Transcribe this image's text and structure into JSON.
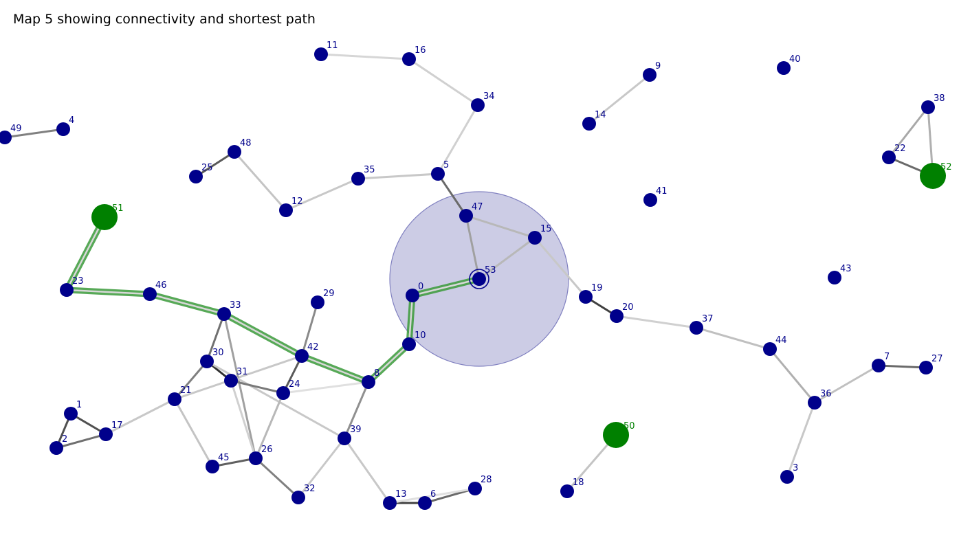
{
  "title": "Map 5 showing connectivity and shortest path",
  "colors": {
    "node": "#00008b",
    "node_label": "#00008b",
    "special_node": "#008000",
    "special_label": "#008000",
    "path": "#3a9a3a",
    "path_core": "#d8d8d8",
    "highlight_fill": "#9999cc",
    "highlight_stroke": "#8080c0"
  },
  "nodes": [
    {
      "id": "0",
      "kind": "normal"
    },
    {
      "id": "1",
      "kind": "normal"
    },
    {
      "id": "2",
      "kind": "normal"
    },
    {
      "id": "3",
      "kind": "normal"
    },
    {
      "id": "4",
      "kind": "normal"
    },
    {
      "id": "5",
      "kind": "normal"
    },
    {
      "id": "6",
      "kind": "normal"
    },
    {
      "id": "7",
      "kind": "normal"
    },
    {
      "id": "8",
      "kind": "normal"
    },
    {
      "id": "9",
      "kind": "normal"
    },
    {
      "id": "10",
      "kind": "normal"
    },
    {
      "id": "11",
      "kind": "normal"
    },
    {
      "id": "12",
      "kind": "normal"
    },
    {
      "id": "13",
      "kind": "normal"
    },
    {
      "id": "14",
      "kind": "normal"
    },
    {
      "id": "15",
      "kind": "normal"
    },
    {
      "id": "16",
      "kind": "normal"
    },
    {
      "id": "17",
      "kind": "normal"
    },
    {
      "id": "18",
      "kind": "normal"
    },
    {
      "id": "19",
      "kind": "normal"
    },
    {
      "id": "20",
      "kind": "normal"
    },
    {
      "id": "21",
      "kind": "normal"
    },
    {
      "id": "22",
      "kind": "normal"
    },
    {
      "id": "23",
      "kind": "normal"
    },
    {
      "id": "24",
      "kind": "normal"
    },
    {
      "id": "25",
      "kind": "normal"
    },
    {
      "id": "26",
      "kind": "normal"
    },
    {
      "id": "27",
      "kind": "normal"
    },
    {
      "id": "28",
      "kind": "normal"
    },
    {
      "id": "29",
      "kind": "normal"
    },
    {
      "id": "30",
      "kind": "normal"
    },
    {
      "id": "31",
      "kind": "normal"
    },
    {
      "id": "32",
      "kind": "normal"
    },
    {
      "id": "33",
      "kind": "normal"
    },
    {
      "id": "34",
      "kind": "normal"
    },
    {
      "id": "35",
      "kind": "normal"
    },
    {
      "id": "36",
      "kind": "normal"
    },
    {
      "id": "37",
      "kind": "normal"
    },
    {
      "id": "38",
      "kind": "normal"
    },
    {
      "id": "39",
      "kind": "normal"
    },
    {
      "id": "40",
      "kind": "normal"
    },
    {
      "id": "41",
      "kind": "normal"
    },
    {
      "id": "42",
      "kind": "normal"
    },
    {
      "id": "43",
      "kind": "normal"
    },
    {
      "id": "44",
      "kind": "normal"
    },
    {
      "id": "45",
      "kind": "normal"
    },
    {
      "id": "46",
      "kind": "normal"
    },
    {
      "id": "47",
      "kind": "normal"
    },
    {
      "id": "48",
      "kind": "normal"
    },
    {
      "id": "49",
      "kind": "normal"
    },
    {
      "id": "50",
      "kind": "special"
    },
    {
      "id": "51",
      "kind": "special"
    },
    {
      "id": "52",
      "kind": "special"
    },
    {
      "id": "53",
      "kind": "current"
    }
  ],
  "edges": [
    {
      "a": "11",
      "b": "16",
      "shade": "#d6d6d6"
    },
    {
      "a": "16",
      "b": "34",
      "shade": "#d0d0d0"
    },
    {
      "a": "34",
      "b": "5",
      "shade": "#d0d0d0"
    },
    {
      "a": "5",
      "b": "35",
      "shade": "#c8c8c8"
    },
    {
      "a": "35",
      "b": "12",
      "shade": "#c8c8c8"
    },
    {
      "a": "12",
      "b": "48",
      "shade": "#c4c4c4"
    },
    {
      "a": "48",
      "b": "25",
      "shade": "#5a5a5a"
    },
    {
      "a": "49",
      "b": "4",
      "shade": "#808080"
    },
    {
      "a": "9",
      "b": "14",
      "shade": "#c8c8c8"
    },
    {
      "a": "38",
      "b": "22",
      "shade": "#a8a8a8"
    },
    {
      "a": "38",
      "b": "52",
      "shade": "#b0b0b0"
    },
    {
      "a": "22",
      "b": "52",
      "shade": "#6a6a6a"
    },
    {
      "a": "5",
      "b": "47",
      "shade": "#6a6a6a"
    },
    {
      "a": "47",
      "b": "15",
      "shade": "#b8b8b8"
    },
    {
      "a": "47",
      "b": "53",
      "shade": "#a0a0a0"
    },
    {
      "a": "15",
      "b": "53",
      "shade": "#b8b8b8"
    },
    {
      "a": "15",
      "b": "19",
      "shade": "#c8c8c8"
    },
    {
      "a": "19",
      "b": "20",
      "shade": "#404040"
    },
    {
      "a": "20",
      "b": "37",
      "shade": "#d0d0d0"
    },
    {
      "a": "37",
      "b": "44",
      "shade": "#c0c0c0"
    },
    {
      "a": "44",
      "b": "36",
      "shade": "#b0b0b0"
    },
    {
      "a": "36",
      "b": "7",
      "shade": "#c0c0c0"
    },
    {
      "a": "7",
      "b": "27",
      "shade": "#6a6a6a"
    },
    {
      "a": "36",
      "b": "3",
      "shade": "#c8c8c8"
    },
    {
      "a": "50",
      "b": "18",
      "shade": "#c4c4c4"
    },
    {
      "a": "29",
      "b": "42",
      "shade": "#8a8a8a"
    },
    {
      "a": "42",
      "b": "24",
      "shade": "#5a5a5a"
    },
    {
      "a": "42",
      "b": "21",
      "shade": "#c8c8c8"
    },
    {
      "a": "33",
      "b": "30",
      "shade": "#707070"
    },
    {
      "a": "33",
      "b": "26",
      "shade": "#a0a0a0"
    },
    {
      "a": "30",
      "b": "31",
      "shade": "#303030"
    },
    {
      "a": "30",
      "b": "21",
      "shade": "#808080"
    },
    {
      "a": "30",
      "b": "39",
      "shade": "#c8c8c8"
    },
    {
      "a": "31",
      "b": "24",
      "shade": "#7a7a7a"
    },
    {
      "a": "31",
      "b": "26",
      "shade": "#d0d0d0"
    },
    {
      "a": "24",
      "b": "8",
      "shade": "#e0e0e0"
    },
    {
      "a": "24",
      "b": "26",
      "shade": "#b8b8b8"
    },
    {
      "a": "8",
      "b": "39",
      "shade": "#909090"
    },
    {
      "a": "39",
      "b": "32",
      "shade": "#c8c8c8"
    },
    {
      "a": "39",
      "b": "13",
      "shade": "#c8c8c8"
    },
    {
      "a": "21",
      "b": "45",
      "shade": "#c4c4c4"
    },
    {
      "a": "21",
      "b": "17",
      "shade": "#c8c8c8"
    },
    {
      "a": "45",
      "b": "26",
      "shade": "#606060"
    },
    {
      "a": "26",
      "b": "32",
      "shade": "#808080"
    },
    {
      "a": "1",
      "b": "17",
      "shade": "#505050"
    },
    {
      "a": "1",
      "b": "2",
      "shade": "#505050"
    },
    {
      "a": "2",
      "b": "17",
      "shade": "#707070"
    },
    {
      "a": "13",
      "b": "6",
      "shade": "#404040"
    },
    {
      "a": "6",
      "b": "28",
      "shade": "#6a6a6a"
    },
    {
      "a": "13",
      "b": "28",
      "shade": "#e0e0e0"
    }
  ],
  "path": [
    "53",
    "0",
    "10",
    "8",
    "42",
    "33",
    "46",
    "23",
    "51"
  ],
  "highlight_center": "53"
}
